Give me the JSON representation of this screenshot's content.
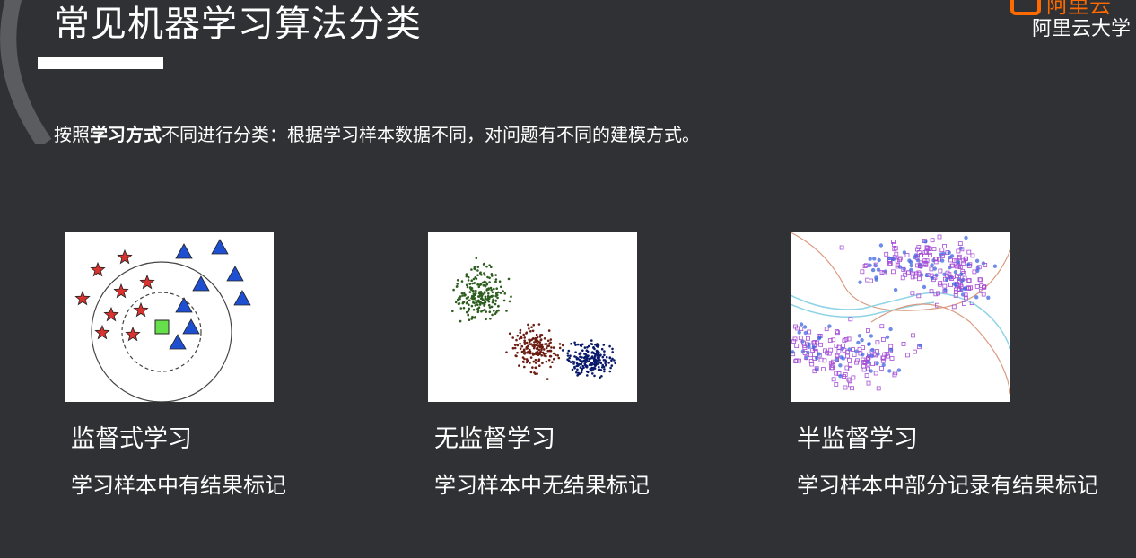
{
  "header": {
    "title": "常见机器学习算法分类",
    "logo_top": "阿里云",
    "logo_bottom": "阿里云大学"
  },
  "intro": {
    "prefix": "按照",
    "emphasis": "学习方式",
    "suffix": "不同进行分类：根据学习样本数据不同，对问题有不同的建模方式。"
  },
  "categories": [
    {
      "title": "监督式学习",
      "description": "学习样本中有结果标记",
      "figure": "knn-stars-triangles"
    },
    {
      "title": "无监督学习",
      "description": "学习样本中无结果标记",
      "figure": "three-clusters-scatter"
    },
    {
      "title": "半监督学习",
      "description": "学习样本中部分记录有结果标记",
      "figure": "two-moons-partial-labels"
    }
  ],
  "colors": {
    "background": "#2f3134",
    "accent": "#ff6a00",
    "star": "#d9332f",
    "triangle": "#1f4fd1",
    "query_square": "#66e04a",
    "cluster_green": "#2e5e1f",
    "cluster_red": "#6b1d12",
    "cluster_blue": "#0a1a6b",
    "semi_purple": "#a64fd6",
    "semi_blue": "#3f66e0"
  }
}
